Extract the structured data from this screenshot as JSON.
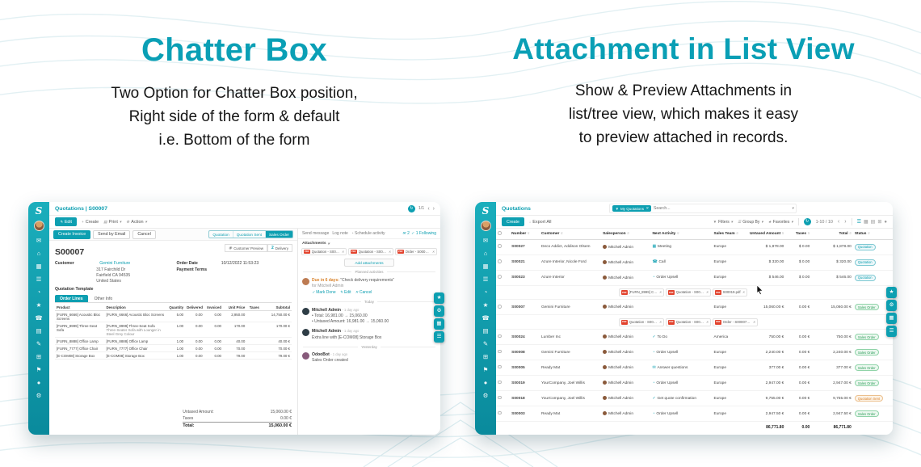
{
  "hero": {
    "left_title": "Chatter Box",
    "left_sub1": "Two Option for Chatter Box position,",
    "left_sub2": "Right side of the form & default",
    "left_sub3": "i.e. Bottom of the form",
    "right_title": "Attachment in List View",
    "right_sub1": "Show & Preview Attachments in",
    "right_sub2": "list/tree view, which makes it easy",
    "right_sub3": "to preview attached in records."
  },
  "colors": {
    "accent": "#0d9fb1",
    "pdf_red": "#e2432e",
    "sales_order_green": "#2e9e5b",
    "quotation_sent_orange": "#d9822b"
  },
  "icons": {
    "logo": "S",
    "refresh": "↻",
    "prev": "‹",
    "next": "›",
    "pencil": "✎",
    "plus": "+",
    "print": "▤",
    "gear": "⚙",
    "caret": "▾",
    "eye": "◉",
    "clock": "◔",
    "close": "✕",
    "check": "✓",
    "sort": "⇅",
    "download": "↓",
    "star": "★",
    "list": "☰",
    "grid": "▦",
    "rows": "▤",
    "pivot": "⊞",
    "dot": "●",
    "pdf": "PDF",
    "funnel": "▼",
    "envelope": "✉"
  },
  "sidebar_icons": [
    "✉",
    "⌂",
    "▦",
    "☰",
    "◔",
    "★",
    "☎",
    "▤",
    "✎",
    "⊞",
    "⚑",
    "●",
    "⚙"
  ],
  "fab_icons": [
    "★",
    "⚙",
    "▦",
    "☰"
  ],
  "form": {
    "breadcrumb": "Quotations | S00007",
    "pager": "1/1",
    "edit": "Edit",
    "create": "Create",
    "print": "Print",
    "action": "Action",
    "btn_create_invoice": "Create Invoice",
    "btn_send": "Send by Email",
    "btn_cancel": "Cancel",
    "step1": "Quotation",
    "step2": "Quotation Sent",
    "step3": "Sales Order",
    "smart_preview": "Customer Preview",
    "smart_delivery_count": "2",
    "smart_delivery": "Delivery",
    "name": "S00007",
    "lbl_customer": "Customer",
    "customer": "Gemini Furniture",
    "addr1": "317 Fairchild Dr",
    "addr2": "Fairfield CA 94535",
    "addr3": "United States",
    "lbl_order_date": "Order Date",
    "order_date": "10/12/2022 11:53:23",
    "lbl_payment_terms": "Payment Terms",
    "lbl_quotation_template": "Quotation Template",
    "tab1": "Order Lines",
    "tab2": "Other Info",
    "cols": [
      "Product",
      "Description",
      "Quantity",
      "Delivered",
      "Invoiced",
      "Unit Price",
      "Taxes",
      "Subtotal"
    ],
    "rows": [
      {
        "p": "[FURN_6666] Acoustic Bloc Screens",
        "d": "[FURN_6666] Acoustic Bloc Screens",
        "d2": "",
        "q": "5.00",
        "del": "0.00",
        "inv": "0.00",
        "u": "2,950.00",
        "t": "",
        "s": "14,750.00 €"
      },
      {
        "p": "[FURN_8999] Three-Seat Sofa",
        "d": "[FURN_8999] Three-Seat Sofa",
        "d2": "Three-Seater Sofa with Lounger in Steel Grey Colour",
        "q": "1.00",
        "del": "0.00",
        "inv": "0.00",
        "u": "170.00",
        "t": "",
        "s": "170.00 €"
      },
      {
        "p": "[FURN_8888] Office Lamp",
        "d": "[FURN_8888] Office Lamp",
        "d2": "",
        "q": "1.00",
        "del": "0.00",
        "inv": "0.00",
        "u": "40.00",
        "t": "",
        "s": "40.00 €"
      },
      {
        "p": "[FURN_7777] Office Chair",
        "d": "[FURN_7777] Office Chair",
        "d2": "",
        "q": "1.00",
        "del": "0.00",
        "inv": "0.00",
        "u": "70.00",
        "t": "",
        "s": "70.00 €"
      },
      {
        "p": "[E-COM08] Storage Box",
        "d": "[E-COM08] Storage Box",
        "d2": "",
        "q": "1.00",
        "del": "0.00",
        "inv": "0.00",
        "u": "79.00",
        "t": "",
        "s": "79.00 €"
      }
    ],
    "lbl_untaxed": "Untaxed Amount:",
    "untaxed": "15,060.00 €",
    "lbl_taxes": "Taxes",
    "taxes": "0.00 €",
    "lbl_total": "Total:",
    "total": "15,060.00 €"
  },
  "chatter": {
    "send": "Send message",
    "log": "Log note",
    "schedule": "Schedule activity",
    "followers": "2",
    "following": "1 Following",
    "attachments_label": "Attachments",
    "chips": [
      "Quotation - S00023.pdf",
      "Quotation - S00031.pdf",
      "Order - S00007.pdf"
    ],
    "add": "Add attachments",
    "planned": "Planned activities",
    "due": "Due in 6 days:",
    "activity_title": "“Check delivery requirements”",
    "activity_for": "for Mitchell Admin",
    "mark_done": "Mark Done",
    "edit": "Edit",
    "cancel": "Cancel",
    "today": "Today",
    "yesterday": "Yesterday",
    "m1_name": "Mitchell Admin",
    "m1_time": "- 1 day ago",
    "m1_l1": "• Total: 16,981.00 → 15,060.00",
    "m1_l2": "• Untaxed Amount: 16,981.00 → 15,060.00",
    "m2_name": "Mitchell Admin",
    "m2_time": "- 1 day ago",
    "m2_body": "Extra line with [E-COM08] Storage Box",
    "m3_name": "OdooBot",
    "m3_time": "- 1 day ago",
    "m3_body": "Sales Order created"
  },
  "list": {
    "breadcrumb": "Quotations",
    "chip": "My Quotations",
    "search_placeholder": "Search...",
    "create": "Create",
    "export_all": "Export All",
    "filters": "Filters",
    "group_by": "Group By",
    "favorites": "Favorites",
    "pager": "1-10 / 10",
    "cols": [
      "Number",
      "Customer",
      "Salesperson",
      "Next Activity",
      "Sales Team",
      "Untaxed Amount",
      "Taxes",
      "Total",
      "Status"
    ],
    "rows": [
      {
        "num": "S00027",
        "cust": "Deco Addict, Addison Olsem",
        "sp": "Mitchell Admin",
        "icon": "▦",
        "act": "Meeting",
        "team": "Europe",
        "ut": "$ 1,878.00",
        "tx": "$ 0.00",
        "tot": "$ 1,878.00",
        "st": "Quotation"
      },
      {
        "num": "S00021",
        "cust": "Azure Interior, Nicole Ford",
        "sp": "Mitchell Admin",
        "icon": "☎",
        "act": "Call",
        "team": "Europe",
        "ut": "$ 320.00",
        "tx": "$ 0.00",
        "tot": "$ 320.00",
        "st": "Quotation"
      },
      {
        "num": "S00023",
        "cust": "Azure Interior",
        "sp": "Mitchell Admin",
        "icon": "◔",
        "act": "Order Upsell",
        "team": "Europe",
        "ut": "$ 546.00",
        "tx": "$ 0.00",
        "tot": "$ 546.00",
        "st": "Quotation"
      },
      {
        "num": "S00007",
        "cust": "Gemini Furniture",
        "sp": "Mitchell Admin",
        "icon": "",
        "act": "",
        "team": "Europe",
        "ut": "15,060.00 €",
        "tx": "0.00 €",
        "tot": "15,060.00 €",
        "st": "Sales Order"
      },
      {
        "num": "S00024",
        "cust": "Lumber Inc",
        "sp": "Mitchell Admin",
        "icon": "✓",
        "act": "To Do",
        "team": "America",
        "ut": "750.00 €",
        "tx": "0.00 €",
        "tot": "750.00 €",
        "st": "Sales Order"
      },
      {
        "num": "S00008",
        "cust": "Gemini Furniture",
        "sp": "Mitchell Admin",
        "icon": "◔",
        "act": "Order Upsell",
        "team": "Europe",
        "ut": "2,240.00 €",
        "tx": "0.00 €",
        "tot": "2,240.00 €",
        "st": "Sales Order"
      },
      {
        "num": "S00005",
        "cust": "Ready Mat",
        "sp": "Mitchell Admin",
        "icon": "✉",
        "act": "Answer questions",
        "team": "Europe",
        "ut": "377.00 €",
        "tx": "0.00 €",
        "tot": "377.00 €",
        "st": "Sales Order"
      },
      {
        "num": "S00019",
        "cust": "YourCompany, Joel Willis",
        "sp": "Mitchell Admin",
        "icon": "◔",
        "act": "Order Upsell",
        "team": "Europe",
        "ut": "2,947.00 €",
        "tx": "0.00 €",
        "tot": "2,947.00 €",
        "st": "Sales Order"
      },
      {
        "num": "S00018",
        "cust": "YourCompany, Joel Willis",
        "sp": "Mitchell Admin",
        "icon": "✓",
        "act": "Get quote confirmation",
        "team": "Europe",
        "ut": "9,755.00 €",
        "tx": "0.00 €",
        "tot": "9,755.00 €",
        "st": "Quotation Sent"
      },
      {
        "num": "S00003",
        "cust": "Ready Mat",
        "sp": "Mitchell Admin",
        "icon": "◔",
        "act": "Order Upsell",
        "team": "Europe",
        "ut": "2,947.50 €",
        "tx": "0.00 €",
        "tot": "2,947.50 €",
        "st": "Sales Order"
      }
    ],
    "chips1": [
      "[FURN_8999] Customiz...",
      "Quotation - S00023.pdf",
      "S00019.pdf"
    ],
    "chips2": [
      "Quotation - S00023.pdf",
      "Quotation - S00031.pdf",
      "Order - S00007.pdf"
    ],
    "total_untaxed": "86,771.80",
    "total_taxes": "0.00",
    "total_total": "86,771.80"
  }
}
